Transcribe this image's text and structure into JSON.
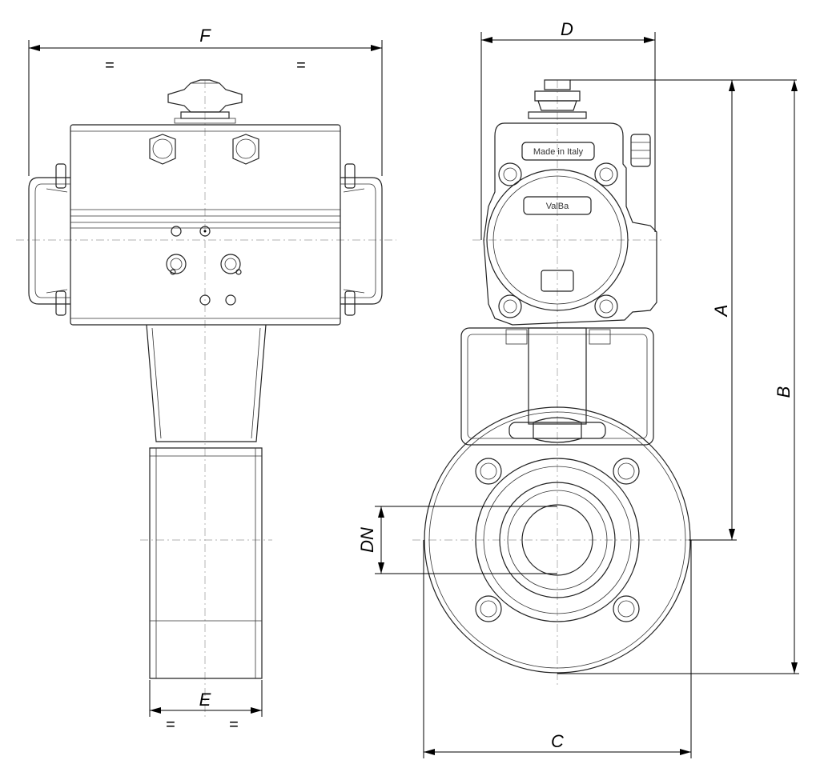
{
  "dimensions": {
    "F": "F",
    "D": "D",
    "A": "A",
    "B": "B",
    "C": "C",
    "E": "E",
    "DN": "DN",
    "equal": "="
  },
  "markings": {
    "made_in": "Made in Italy",
    "brand": "ValBa"
  },
  "colors": {
    "line": "#222222",
    "center_line": "#999999",
    "background": "#ffffff"
  }
}
